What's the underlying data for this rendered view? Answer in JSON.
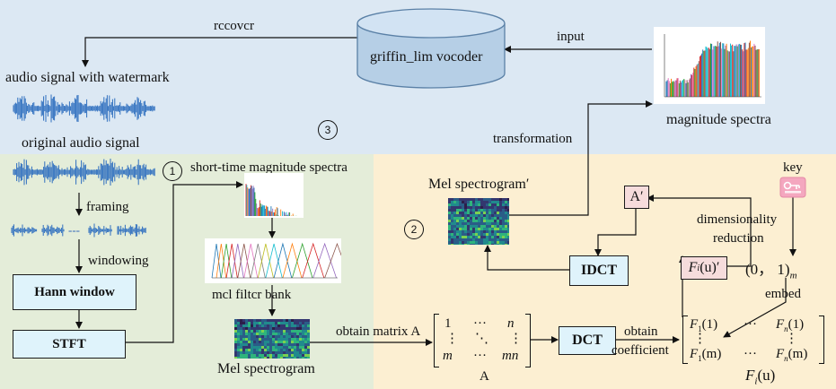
{
  "steps": {
    "step1": "1",
    "step2": "2",
    "step3": "3"
  },
  "top": {
    "recover": "rccovcr",
    "input": "input",
    "vocoder": "griffin_lim vocoder",
    "magnitude_spectra": "magnitude spectra",
    "transformation": "transformation",
    "audio_watermark": "audio signal with watermark"
  },
  "left": {
    "original_audio": "original audio signal",
    "framing": "framing",
    "frames_ellipsis": "---",
    "windowing": "windowing",
    "hann_window": "Hann window",
    "stft": "STFT",
    "short_time": "short-time magnitude spectra",
    "mel_filter_bank": "mcl filtcr bank",
    "mel_spectrogram": "Mel  spectrogram"
  },
  "right": {
    "mel_spectrogram_prime": "Mel  spectrogram′",
    "a_prime": "A′",
    "idct": "IDCT",
    "fi_prime": "F",
    "fi_prime_sub": "i",
    "fi_prime_tail": "(u)′",
    "key": "key",
    "dim_reduction_1": "dimensionality",
    "dim_reduction_2": "reduction",
    "binary": "(0， 1)",
    "binary_sub": "m",
    "embed": "embed",
    "obtain_matrix": "obtain matrix A",
    "dct": "DCT",
    "obtain": "obtain",
    "coefficient": "coefficient",
    "matrix_a": {
      "r1c1": "1",
      "r1c2": "···",
      "r1c3": "n",
      "r2c1": "⋮",
      "r2c2": "⋱",
      "r2c3": "⋮",
      "r3c1": "m",
      "r3c2": "···",
      "r3c3": "mn",
      "caption": "A"
    },
    "matrix_f": {
      "r1c1": "F",
      "r1c1s": "1",
      "r1c1t": "(1)",
      "r1c2": "···",
      "r1c3": "F",
      "r1c3s": "n",
      "r1c3t": "(1)",
      "r2c1": "⋮",
      "r2c3": "⋮",
      "r3c1": "F",
      "r3c1s": "1",
      "r3c1t": "(m)",
      "r3c2": "···",
      "r3c3": "F",
      "r3c3s": "n",
      "r3c3t": "(m)"
    },
    "fi_caption": "F",
    "fi_caption_sub": "i",
    "fi_caption_tail": "(u)"
  },
  "colors": {
    "blue_region": "#dce8f3",
    "green_region": "#e4edd9",
    "yellow_region": "#fcefd2",
    "box_cyan": "#dff3fb",
    "box_pink": "#f6dcdc"
  }
}
